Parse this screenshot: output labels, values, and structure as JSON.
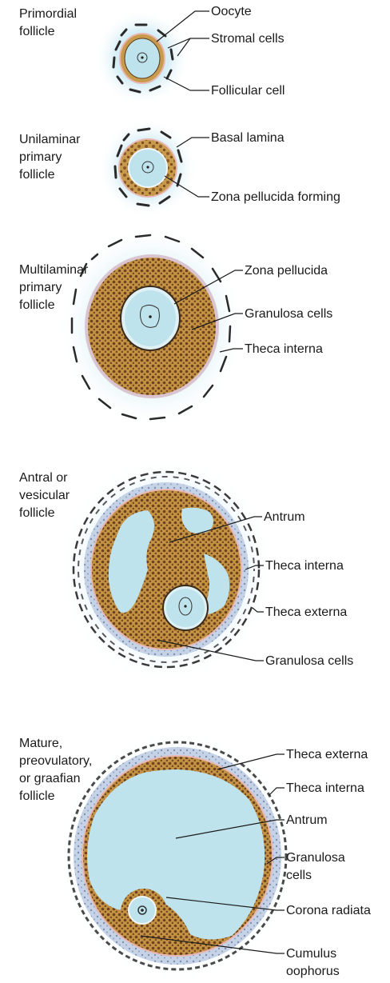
{
  "stages": [
    {
      "id": "primordial",
      "title_lines": [
        "Primordial",
        "follicle"
      ],
      "labels": [
        "Oocyte",
        "Stromal cells",
        "Follicular cell"
      ]
    },
    {
      "id": "unilaminar",
      "title_lines": [
        "Unilaminar",
        "primary",
        "follicle"
      ],
      "labels": [
        "Basal lamina",
        "Zona pellucida forming"
      ]
    },
    {
      "id": "multilaminar",
      "title_lines": [
        "Multilaminar",
        "primary",
        "follicle"
      ],
      "labels": [
        "Zona pellucida",
        "Granulosa cells",
        "Theca interna"
      ]
    },
    {
      "id": "antral",
      "title_lines": [
        "Antral or",
        "vesicular",
        "follicle"
      ],
      "labels": [
        "Antrum",
        "Theca interna",
        "Theca externa",
        "Granulosa cells"
      ]
    },
    {
      "id": "mature",
      "title_lines": [
        "Mature,",
        "preovulatory,",
        "or graafian",
        "follicle"
      ],
      "labels": [
        "Theca externa",
        "Theca interna",
        "Antrum",
        "Granulosa",
        "cells",
        "Corona radiata",
        "Cumulus",
        "oophorus"
      ]
    }
  ],
  "colors": {
    "granulosa": "#c79a4c",
    "granulosa_dot": "#6e4420",
    "fluid": "#bfe3ec",
    "halo": "#d6eef6",
    "basal": "#e9b7b2",
    "theca_interna": "#c6d3e7",
    "stroma": "#2a2a2a",
    "line": "#1a1a1a"
  }
}
